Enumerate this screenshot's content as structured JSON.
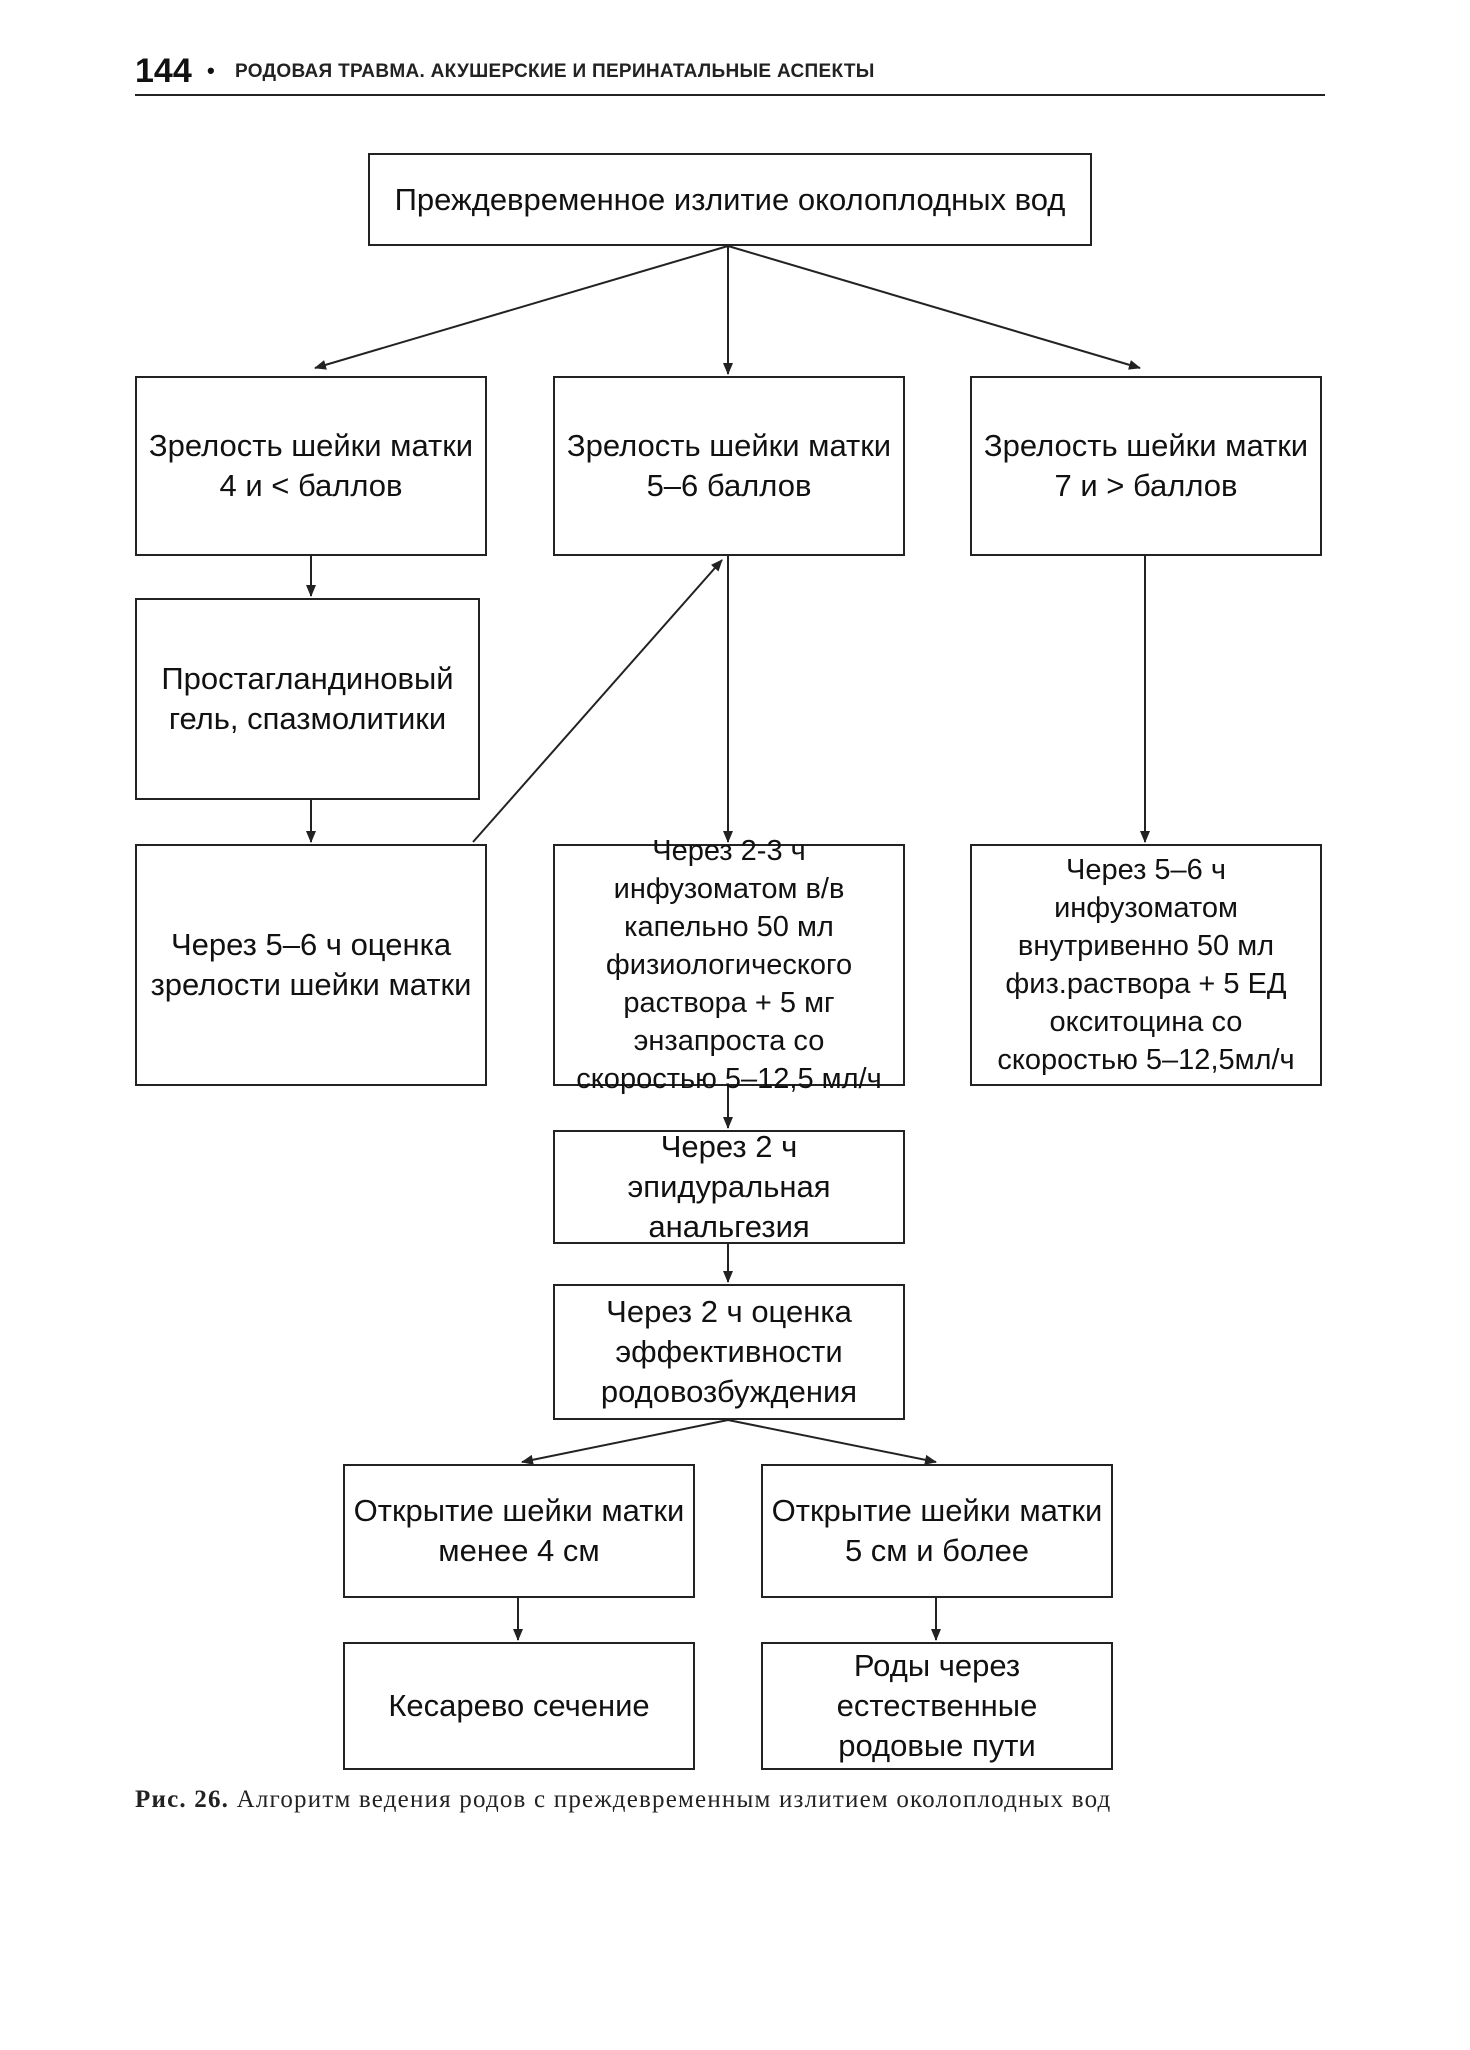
{
  "header": {
    "page_number": "144",
    "separator": "•",
    "running_title": "РОДОВАЯ ТРАВМА. АКУШЕРСКИЕ И ПЕРИНАТАЛЬНЫЕ АСПЕКТЫ"
  },
  "flowchart": {
    "root": "Преждевременное излитие околоплодных вод",
    "maturity_low": "Зрелость шейки матки 4 и < баллов",
    "maturity_mid": "Зрелость шейки матки 5–6 баллов",
    "maturity_high": "Зрелость шейки матки 7 и > баллов",
    "prostaglandin": "Простагландиновый гель, спазмолитики",
    "reassess": "Через 5–6 ч оценка зрелости шейки матки",
    "enzaprost": "Через 2-3 ч инфузоматом в/в капельно 50 мл физиологического раствора + 5 мг энзапроста со скоростью 5–12,5 мл/ч",
    "oxytocin": "Через 5–6 ч инфузоматом внутривенно 50 мл физ.раствора + 5 ЕД окситоцина со скоростью 5–12,5мл/ч",
    "epidural": "Через 2 ч эпидуральная анальгезия",
    "efficacy": "Через 2 ч оценка эффективности родовозбуждения",
    "dilation_low": "Открытие шейки матки менее 4 см",
    "dilation_high": "Открытие шейки матки 5 см и более",
    "cesarean": "Кесарево сечение",
    "vaginal": "Роды через естественные родовые пути"
  },
  "caption": {
    "label": "Рис. 26.",
    "text": "Алгоритм ведения родов с преждевременным излитием околоплодных вод"
  }
}
